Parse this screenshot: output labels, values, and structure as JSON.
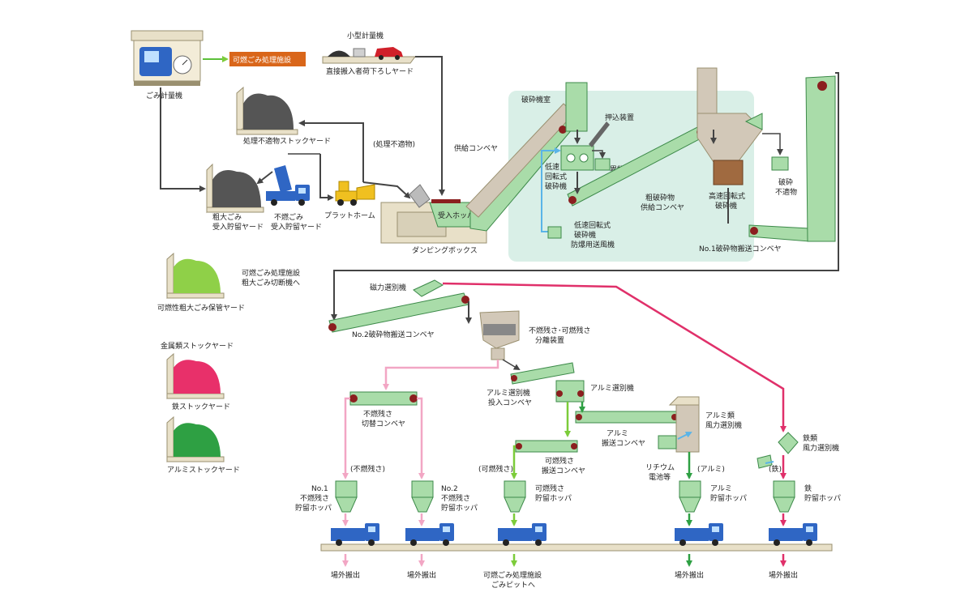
{
  "labels": {
    "scale_house": "ごみ計量機",
    "combustible_facility": "可燃ごみ処理施設",
    "small_scale": "小型計量機",
    "direct_yard": "直接搬入者荷下ろしヤード",
    "unsuitable_yard": "処理不適物ストックヤード",
    "unsuitable": "(処理不適物)",
    "bulky_yard_1": "粗大ごみ",
    "bulky_yard_2": "受入貯留ヤード",
    "noncomb_yard_1": "不燃ごみ",
    "noncomb_yard_2": "受入貯留ヤード",
    "platform": "プラットホーム",
    "hopper": "受入ホッパ",
    "dumping_box": "ダンピングボックス",
    "feed_conveyor": "供給コンベヤ",
    "crusher_room": "破砕機室",
    "pusher": "押込装置",
    "foreign": "異物",
    "low_speed_1": "低速",
    "low_speed_2": "回転式",
    "low_speed_3": "破砕機",
    "blower_1": "低速回転式",
    "blower_2": "破砕機",
    "blower_3": "防爆用送風機",
    "coarse_conv_1": "粗破砕物",
    "coarse_conv_2": "供給コンベヤ",
    "high_speed_1": "高速回転式",
    "high_speed_2": "破砕機",
    "crush_unsuitable_1": "破砕",
    "crush_unsuitable_2": "不適物",
    "no1_conveyor": "No.1破砕物搬送コンベヤ",
    "comb_bulky_note_1": "可燃ごみ処理施設",
    "comb_bulky_note_2": "粗大ごみ切断機へ",
    "comb_bulky_yard": "可燃性粗大ごみ保管ヤード",
    "metal_yard": "金属類ストックヤード",
    "iron_yard": "鉄ストックヤード",
    "alu_yard": "アルミストックヤード",
    "magnet": "磁力選別機",
    "no2_conveyor": "No.2破砕物搬送コンベヤ",
    "separator_1": "不燃残さ･可燃残さ",
    "separator_2": "分離装置",
    "switch_conv_1": "不燃残さ",
    "switch_conv_2": "切替コンベヤ",
    "alu_feed_1": "アルミ選別機",
    "alu_feed_2": "投入コンベヤ",
    "alu_sorter": "アルミ選別機",
    "alu_conv_1": "アルミ",
    "alu_conv_2": "搬送コンベヤ",
    "alu_wind_1": "アルミ類",
    "alu_wind_2": "風力選別機",
    "comb_res_conv_1": "可燃残さ",
    "comb_res_conv_2": "搬送コンベヤ",
    "lithium_1": "リチウム",
    "lithium_2": "電池等",
    "iron_wind_1": "鉄類",
    "iron_wind_2": "風力選別機",
    "tag_noncomb": "(不燃残さ)",
    "tag_comb": "(可燃残さ)",
    "tag_alu": "(アルミ)",
    "tag_iron": "(鉄)",
    "hp1_1": "No.1",
    "hp1_2": "不燃残さ",
    "hp1_3": "貯留ホッパ",
    "hp2_1": "No.2",
    "hp2_2": "不燃残さ",
    "hp2_3": "貯留ホッパ",
    "hp3_1": "可燃残さ",
    "hp3_2": "貯留ホッパ",
    "hp4_1": "アルミ",
    "hp4_2": "貯留ホッパ",
    "hp5_1": "鉄",
    "hp5_2": "貯留ホッパ",
    "out_1": "場外搬出",
    "out_2": "場外搬出",
    "out_comb_1": "可燃ごみ処理施設",
    "out_comb_2": "ごみピットへ",
    "out_4": "場外搬出",
    "out_5": "場外搬出"
  },
  "colors": {
    "conveyor_green": "#a9dca9",
    "conveyor_stroke": "#3d8a4a",
    "crusher_bg": "#d9efe7",
    "magenta_line": "#e0306a",
    "pink_line": "#f2a6c4",
    "green_line": "#2ea043",
    "light_green_line": "#7ccc3a",
    "dark_line": "#444444",
    "blue_line": "#5ab4e8",
    "orange_badge": "#d9661a",
    "truck_blue": "#2f66c4",
    "roller_red": "#8b1f1f"
  }
}
